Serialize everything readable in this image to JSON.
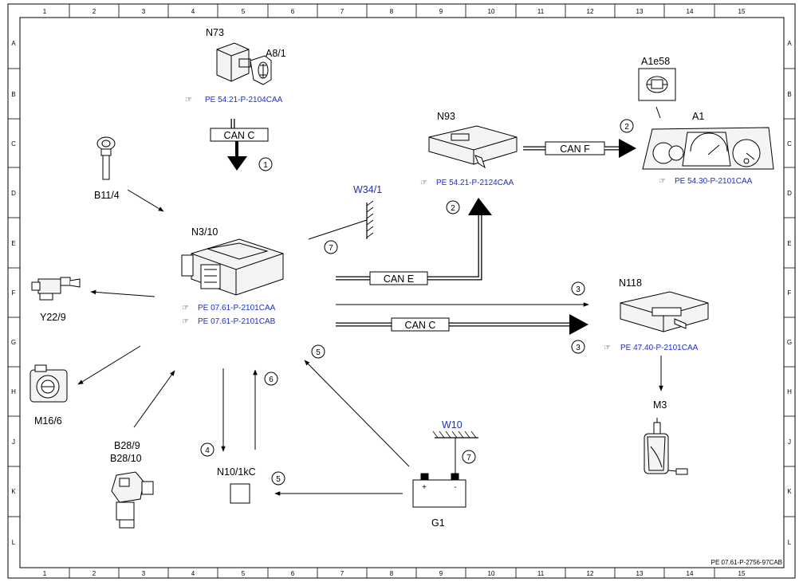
{
  "grid": {
    "columns": [
      "1",
      "2",
      "3",
      "4",
      "5",
      "6",
      "7",
      "8",
      "9",
      "10",
      "11",
      "12",
      "13",
      "14",
      "15"
    ],
    "rows": [
      "A",
      "B",
      "C",
      "D",
      "E",
      "F",
      "G",
      "H",
      "J",
      "K",
      "L"
    ]
  },
  "components": {
    "n73": "N73",
    "a8_1": "A8/1",
    "n93": "N93",
    "a1e58": "A1e58",
    "a1": "A1",
    "b11_4": "B11/4",
    "n3_10": "N3/10",
    "w34_1": "W34/1",
    "y22_9": "Y22/9",
    "n118": "N118",
    "m16_6": "M16/6",
    "b28_9": "B28/9",
    "b28_10": "B28/10",
    "n10_1kc": "N10/1kC",
    "w10": "W10",
    "g1": "G1",
    "m3": "M3"
  },
  "references": {
    "n73": "PE 54.21-P-2104CAA",
    "n93": "PE 54.21-P-2124CAA",
    "a1": "PE 54.30-P-2101CAA",
    "n3_10_a": "PE 07.61-P-2101CAA",
    "n3_10_b": "PE 07.61-P-2101CAB",
    "n118": "PE 47.40-P-2101CAA"
  },
  "buses": {
    "can_c_top": "CAN C",
    "can_f": "CAN F",
    "can_e": "CAN E",
    "can_c_mid": "CAN C"
  },
  "numbers": {
    "n_top": "1",
    "n_a1": "2",
    "n_n93": "2",
    "n_can_upper": "3",
    "n_can_lower": "3",
    "n_down": "4",
    "n_g1_left": "5",
    "n_g1_up": "5",
    "n_up": "6",
    "n_w34": "7",
    "n_w10": "7"
  },
  "battery": {
    "plus": "+",
    "minus": "-"
  },
  "footer": "PE 07.61-P-2756-97CAB"
}
